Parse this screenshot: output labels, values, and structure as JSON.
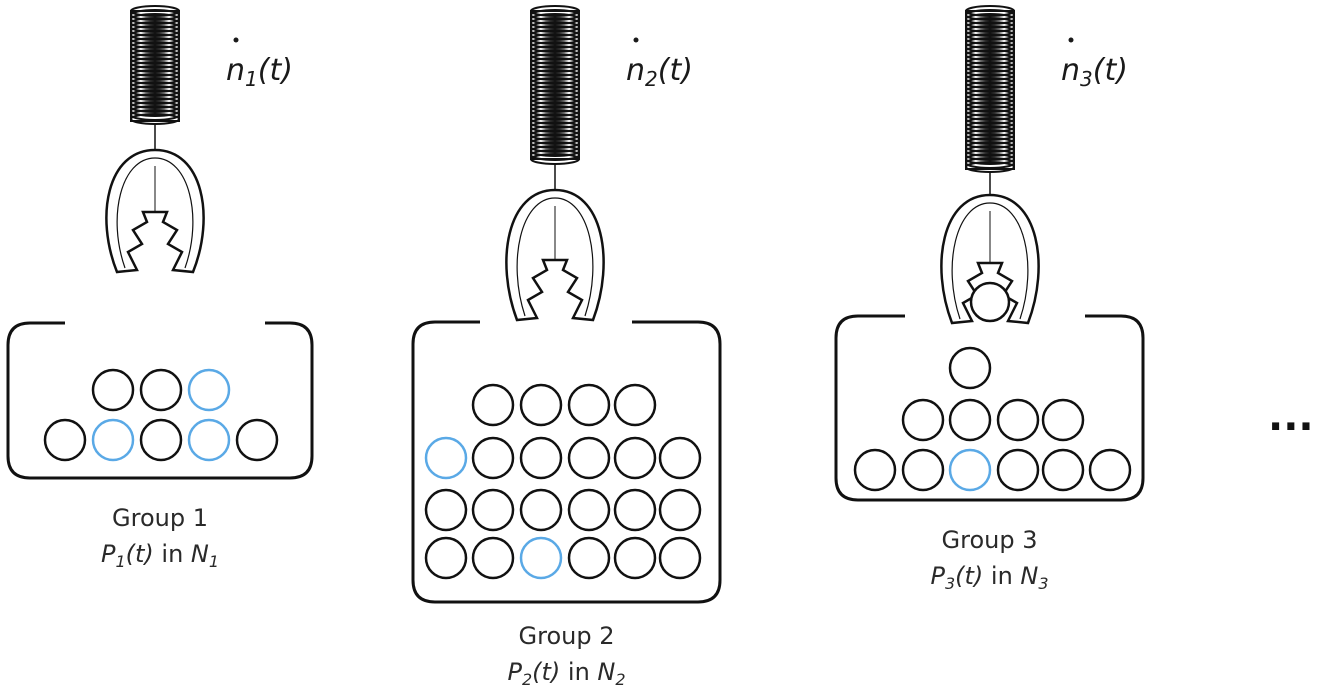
{
  "accent_color": "#5aa9e6",
  "ball_color": "#111111",
  "groups": [
    {
      "rate": {
        "symbol": "n",
        "sub": "1",
        "arg": "(t)"
      },
      "name": "Group 1",
      "formula": {
        "p": "P",
        "p_sub": "1",
        "p_arg": "(t)",
        "in": " in ",
        "n": "N",
        "n_sub": "1"
      },
      "claw_holding_ball": false,
      "highlighted_balls": 3
    },
    {
      "rate": {
        "symbol": "n",
        "sub": "2",
        "arg": "(t)"
      },
      "name": "Group 2",
      "formula": {
        "p": "P",
        "p_sub": "2",
        "p_arg": "(t)",
        "in": " in ",
        "n": "N",
        "n_sub": "2"
      },
      "claw_holding_ball": false,
      "highlighted_balls": 2
    },
    {
      "rate": {
        "symbol": "n",
        "sub": "3",
        "arg": "(t)"
      },
      "name": "Group 3",
      "formula": {
        "p": "P",
        "p_sub": "3",
        "p_arg": "(t)",
        "in": " in ",
        "n": "N",
        "n_sub": "3"
      },
      "claw_holding_ball": true,
      "highlighted_balls": 1
    }
  ],
  "ellipsis": "..."
}
